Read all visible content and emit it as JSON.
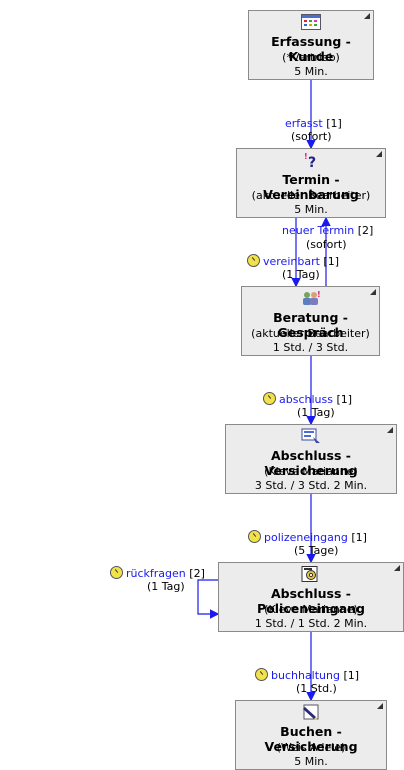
{
  "nodes": [
    {
      "title": "Erfassung - Kunde",
      "role": "(*Vertrieb)",
      "duration": "5 Min.",
      "icon": "form-icon"
    },
    {
      "title": "Termin - Vereinbarung",
      "role": "(aktueller Bearbeiter)",
      "duration": "5 Min.",
      "icon": "question-icon"
    },
    {
      "title": "Beratung - Gespräch",
      "role": "(aktueller Bearbeiter)",
      "duration": "1 Std. / 3 Std.",
      "icon": "people-icon"
    },
    {
      "title": "Abschluss - Versicherung",
      "role": "(Kleve Marianne)",
      "duration": "3 Std. / 3 Std. 2 Min.",
      "icon": "contract-icon"
    },
    {
      "title": "Abschluss - Policeneingang",
      "role": "(Kleve Marianne)",
      "duration": "1 Std. / 1 Std. 2 Min.",
      "icon": "gear-doc-icon"
    },
    {
      "title": "Buchen - Versicherung",
      "role": "(Weis Adele)",
      "duration": "5 Min.",
      "icon": "pen-icon"
    }
  ],
  "edges": [
    {
      "name": "erfasst",
      "count": "[1]",
      "timing": "(sofort)",
      "timer": false
    },
    {
      "name": "neuer Termin",
      "count": "[2]",
      "timing": "(sofort)",
      "timer": false
    },
    {
      "name": "vereinbart",
      "count": "[1]",
      "timing": "(1 Tag)",
      "timer": true
    },
    {
      "name": "abschluss",
      "count": "[1]",
      "timing": "(1 Tag)",
      "timer": true
    },
    {
      "name": "polizeneingang",
      "count": "[1]",
      "timing": "(5 Tage)",
      "timer": true
    },
    {
      "name": "rückfragen",
      "count": "[2]",
      "timing": "(1 Tag)",
      "timer": true
    },
    {
      "name": "buchhaltung",
      "count": "[1]",
      "timing": "(1 Std.)",
      "timer": true
    }
  ],
  "colors": {
    "line": "#1a1aee",
    "node_bg": "#ececec",
    "node_border": "#8a8a8a",
    "timer": "#f2e24a"
  }
}
